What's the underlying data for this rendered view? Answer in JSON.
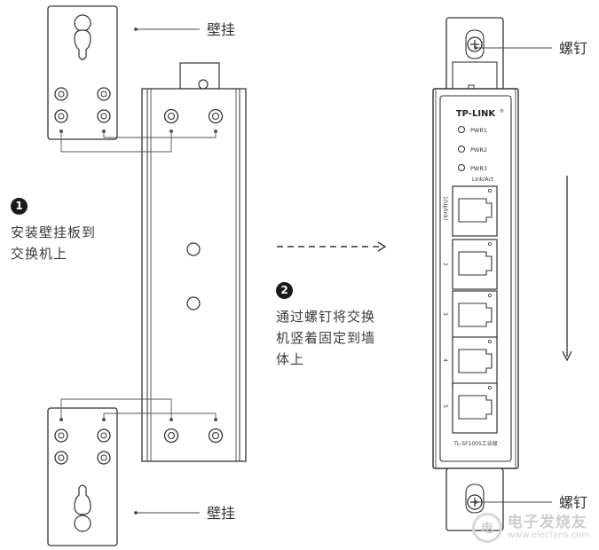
{
  "labels": {
    "wall_mount_top": "壁挂",
    "wall_mount_bottom": "壁挂",
    "screw_top": "螺钉",
    "screw_bottom": "螺钉"
  },
  "steps": [
    {
      "number": "1",
      "lines": [
        "安装壁挂板到",
        "交换机上"
      ]
    },
    {
      "number": "2",
      "lines": [
        "通过螺钉将交换",
        "机竖着固定到墙",
        "体上"
      ]
    }
  ],
  "switch": {
    "brand": "TP-LINK",
    "brand_mark": "®",
    "leds": [
      "PWR1",
      "PWR2",
      "PWR3"
    ],
    "port_header": "Link/Act",
    "ports": [
      "1(Uplink)",
      "2",
      "3",
      "4",
      "5"
    ],
    "model": "TL-SF1005工业级"
  },
  "watermark": {
    "logo": "电",
    "text": "电子发烧友",
    "url": "www.elecfans.com"
  }
}
